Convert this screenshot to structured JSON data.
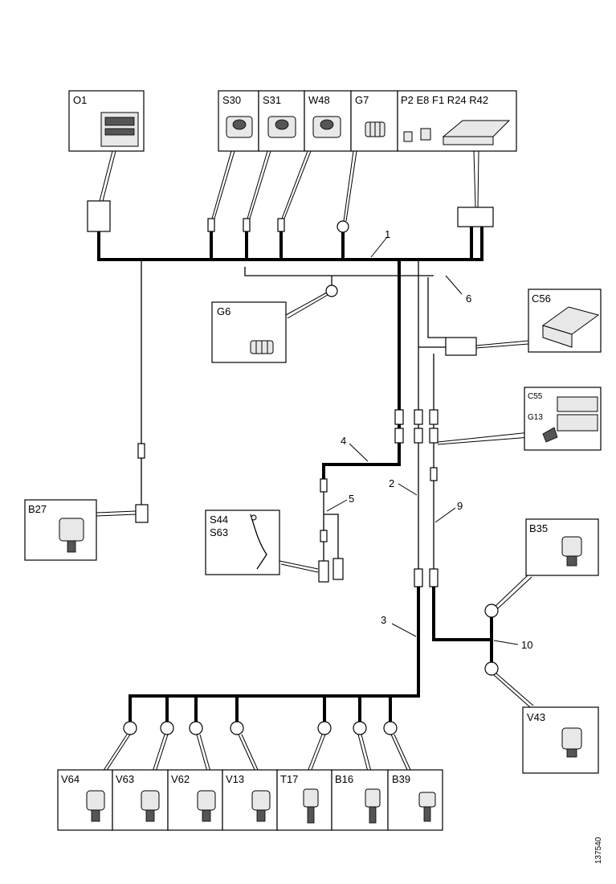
{
  "components": {
    "o1": "O1",
    "s30": "S30",
    "s31": "S31",
    "w48": "W48",
    "g7": "G7",
    "p2group": "P2 E8 F1 R24 R42",
    "g6": "G6",
    "c56": "C56",
    "c55": "C55",
    "g13": "G13",
    "b27": "B27",
    "s44": "S44",
    "s63": "S63",
    "b35": "B35",
    "v43": "V43",
    "v64": "V64",
    "v63": "V63",
    "v62": "V62",
    "v13": "V13",
    "t17": "T17",
    "b16": "B16",
    "b39": "B39"
  },
  "harness_numbers": {
    "n1": "1",
    "n2": "2",
    "n3": "3",
    "n4": "4",
    "n5": "5",
    "n6": "6",
    "n9": "9",
    "n10": "10"
  },
  "figure_id": "137540"
}
